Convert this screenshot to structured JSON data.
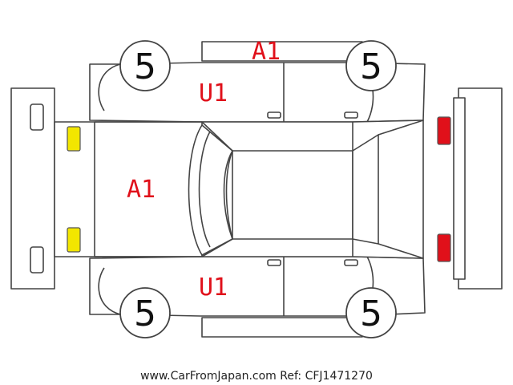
{
  "panels": {
    "roof": "A1",
    "hood": "A1",
    "left_front_door": "U1",
    "right_front_door": "U1"
  },
  "tires": {
    "front_left": "5",
    "front_right": "5",
    "rear_left": "5",
    "rear_right": "5"
  },
  "lights": {
    "front_color": "#f2e600",
    "rear_color": "#e0101a"
  },
  "footer": {
    "source": "www.CarFromJapan.com Ref: CFJ1471270"
  }
}
